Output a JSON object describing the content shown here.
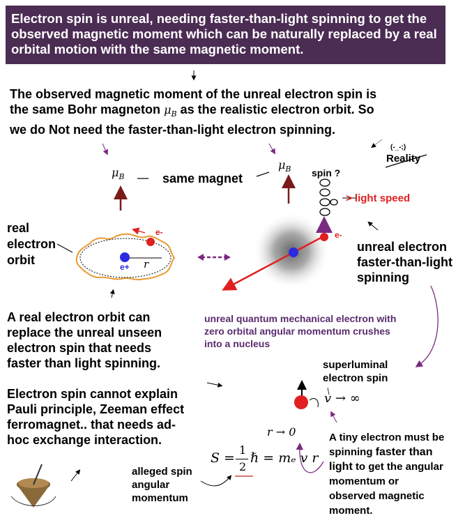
{
  "header": {
    "text": "Electron spin is unreal, needing faster-than-light spinning to get the observed magnetic moment which can be naturally replaced by a real orbital motion with the same magnetic moment."
  },
  "intro": {
    "line_a": "The observed magnetic moment of the unreal electron spin is",
    "line_b_pre": "the same Bohr magneton",
    "line_b_post": "as the realistic electron orbit.   So",
    "line_c": "we do Not need the faster-than-light electron spinning."
  },
  "symbols": {
    "mu": "μ",
    "mu_sub": "B",
    "dash": "—",
    "r": "r",
    "e_minus": "e-",
    "e_plus": "e+",
    "v_infinity": "v → ∞",
    "r_to_zero": "r → 0",
    "spin_equation_lhs": "S =",
    "spin_equation_num": "1",
    "spin_equation_den": "2",
    "spin_equation_rhs": "ℏ = mₑ v r"
  },
  "labels": {
    "same_magnet": "same magnet",
    "spin_q": "spin ?",
    "light_speed": "> light speed",
    "emoticon": "(-_-;)",
    "reality": "Reality",
    "real_orbit": [
      "real",
      "electron",
      "orbit"
    ],
    "unreal_spin": [
      "unreal electron",
      "faster-than-light",
      "spinning"
    ],
    "purple_note": [
      "unreal quantum mechanical electron with",
      "zero orbital angular momentum crushes",
      "into a nucleus"
    ],
    "replace_text": [
      "A real electron orbit can",
      "replace the unreal unseen",
      "electron spin that needs",
      "faster than light spinning."
    ],
    "pauli_text": [
      "Electron spin cannot explain",
      "Pauli principle, Zeeman effect",
      "ferromagnet.. that needs ad-",
      "hoc exchange interaction."
    ],
    "superluminal": [
      "superluminal",
      "electron spin"
    ],
    "tiny_electron": [
      "A tiny electron must be",
      "spinning",
      "faster than",
      "light",
      "to get  the angular",
      "momentum or",
      "observed magnetic",
      "moment."
    ],
    "alleged_spin": [
      "alleged spin",
      "angular",
      "momentum"
    ]
  },
  "colors": {
    "header_bg": "#4b2c53",
    "dark_red": "#7a1a1a",
    "electron_red": "#e02020",
    "nucleus_blue": "#2a2ae0",
    "orbit_orange": "#e89a30",
    "purple": "#7a2a80"
  }
}
